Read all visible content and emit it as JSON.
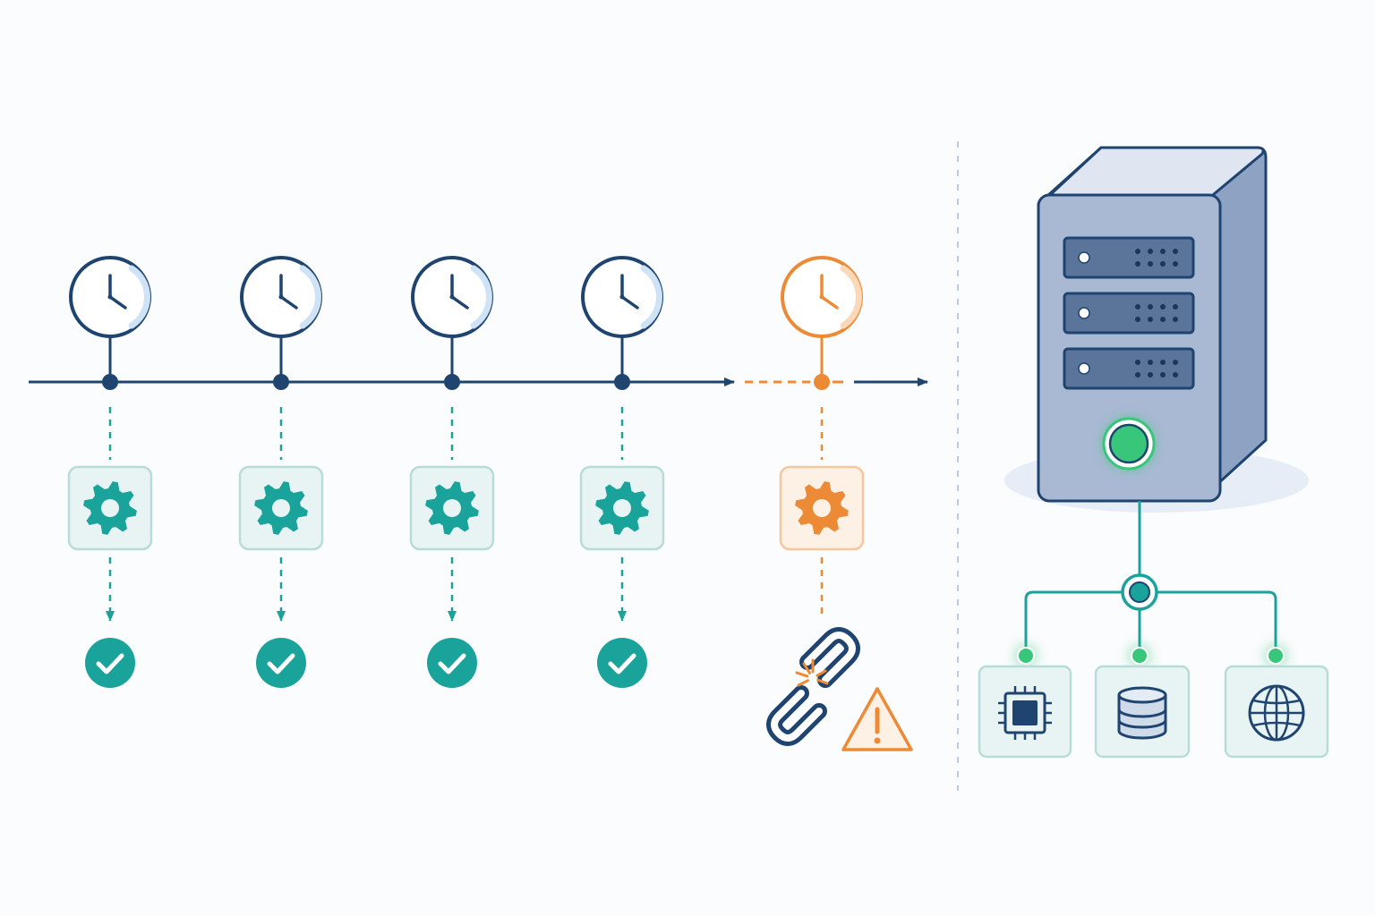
{
  "colors": {
    "navy": "#1f4470",
    "teal": "#1aa39b",
    "teal_light": "#e8f4f3",
    "teal_border": "#b9dcd8",
    "orange": "#ec8a35",
    "orange_light": "#fdf1e6",
    "green": "#38c77a",
    "server_front": "#a9b9d3",
    "server_side": "#8ea3c3",
    "server_top": "#dfe6f1",
    "divider": "#b9cde4"
  },
  "timeline": {
    "steps": [
      {
        "status": "success",
        "clock_icon": "clock-icon",
        "task_icon": "gear-icon",
        "result_icon": "check-circle-icon"
      },
      {
        "status": "success",
        "clock_icon": "clock-icon",
        "task_icon": "gear-icon",
        "result_icon": "check-circle-icon"
      },
      {
        "status": "success",
        "clock_icon": "clock-icon",
        "task_icon": "gear-icon",
        "result_icon": "check-circle-icon"
      },
      {
        "status": "success",
        "clock_icon": "clock-icon",
        "task_icon": "gear-icon",
        "result_icon": "check-circle-icon"
      },
      {
        "status": "failed",
        "clock_icon": "clock-icon",
        "task_icon": "gear-icon",
        "result_icon": "broken-link-icon",
        "alert_icon": "warning-icon"
      }
    ]
  },
  "server": {
    "icon": "server-tower-icon",
    "bays": 3,
    "power_status": "online",
    "resources": [
      {
        "icon": "cpu-chip-icon"
      },
      {
        "icon": "database-icon"
      },
      {
        "icon": "globe-icon"
      }
    ]
  }
}
